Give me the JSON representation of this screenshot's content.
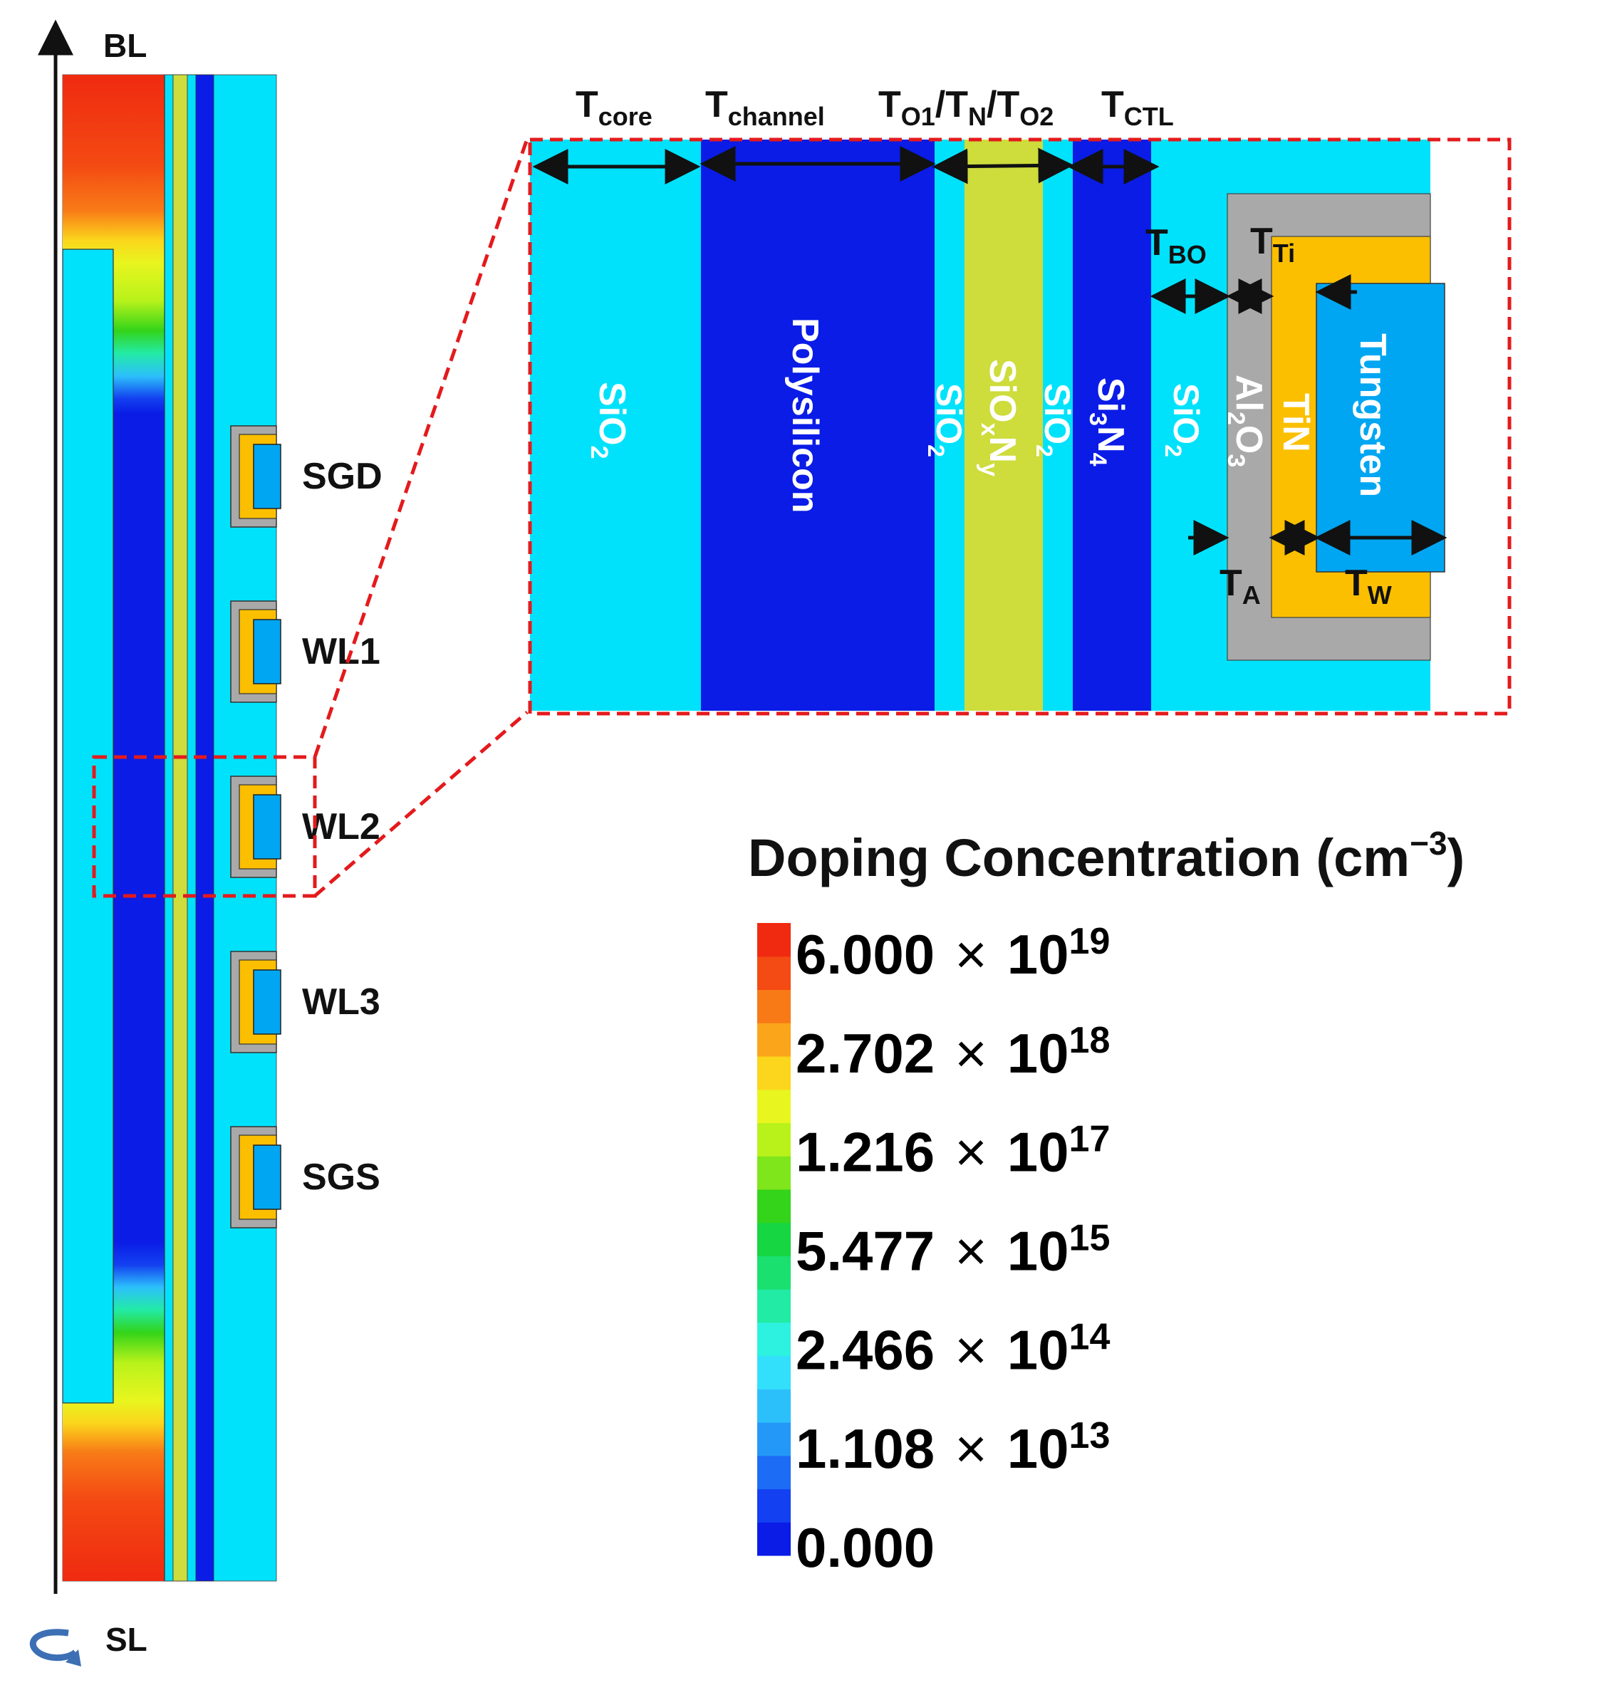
{
  "axis": {
    "top_label": "BL",
    "bottom_label": "SL"
  },
  "gates": [
    "SGD",
    "WL1",
    "WL2",
    "WL3",
    "SGS"
  ],
  "dimensions": {
    "core": {
      "base": "T",
      "sub": "core"
    },
    "channel": {
      "base": "T",
      "sub": "channel"
    },
    "onO": [
      {
        "base": "T",
        "sub": "O1"
      },
      {
        "base": "/T",
        "sub": "N"
      },
      {
        "base": "/T",
        "sub": "O2"
      }
    ],
    "ctl": {
      "base": "T",
      "sub": "CTL"
    },
    "bo": {
      "base": "T",
      "sub": "BO"
    },
    "ti": {
      "base": "T",
      "sub": "Ti"
    },
    "a": {
      "base": "T",
      "sub": "A"
    },
    "w": {
      "base": "T",
      "sub": "W"
    }
  },
  "materials": {
    "sio2_core": {
      "base": "SiO",
      "sub": "2"
    },
    "polysilicon": "Polysilicon",
    "sio2_tunnel": {
      "base": "SiO",
      "sub": "2"
    },
    "sioxny": {
      "parts": [
        "SiO",
        "x",
        "N",
        "y"
      ]
    },
    "sio2_mid": {
      "base": "SiO",
      "sub": "2"
    },
    "si3n4": {
      "parts": [
        "Si",
        "3",
        "N",
        "4"
      ]
    },
    "sio2_block": {
      "base": "SiO",
      "sub": "2"
    },
    "al2o3": {
      "parts": [
        "Al",
        "2",
        "O",
        "3"
      ]
    },
    "tin": "TiN",
    "tungsten": "Tungsten"
  },
  "legend": {
    "title": "Doping Concentration (cm",
    "title_exp": "−3",
    "title_close": ")",
    "ticks": [
      {
        "mantissa": "6.000",
        "times": "×",
        "base": "10",
        "exp": "19"
      },
      {
        "mantissa": "2.702",
        "times": "×",
        "base": "10",
        "exp": "18"
      },
      {
        "mantissa": "1.216",
        "times": "×",
        "base": "10",
        "exp": "17"
      },
      {
        "mantissa": "5.477",
        "times": "×",
        "base": "10",
        "exp": "15"
      },
      {
        "mantissa": "2.466",
        "times": "×",
        "base": "10",
        "exp": "14"
      },
      {
        "mantissa": "1.108",
        "times": "×",
        "base": "10",
        "exp": "13"
      },
      {
        "mantissa": "0.000"
      }
    ],
    "colors": [
      "#0a1ce6",
      "#1340f0",
      "#1d6cf5",
      "#2498f8",
      "#2cc0fb",
      "#33e0fc",
      "#2ef2e0",
      "#22eba6",
      "#1ae070",
      "#16d641",
      "#33d41a",
      "#7ee61a",
      "#b8f21a",
      "#e8f51f",
      "#fbd61c",
      "#fba51a",
      "#f87a17",
      "#f44a13",
      "#ef2a10"
    ],
    "color_values": [
      0,
      11080000000000.0,
      246600000000000.0,
      5477000000000000.0,
      1.216e+17,
      2.702e+18,
      6e+19
    ]
  },
  "colors": {
    "sio2": "#00e2fb",
    "channel_blue": "#0a1ce6",
    "sioxny": "#cedc3c",
    "al2o3": "#a9a9a9",
    "tin": "#fbbf00",
    "tungsten": "#00a6f2",
    "zoom_box": "#e41a1c",
    "arrow": "#111111"
  }
}
